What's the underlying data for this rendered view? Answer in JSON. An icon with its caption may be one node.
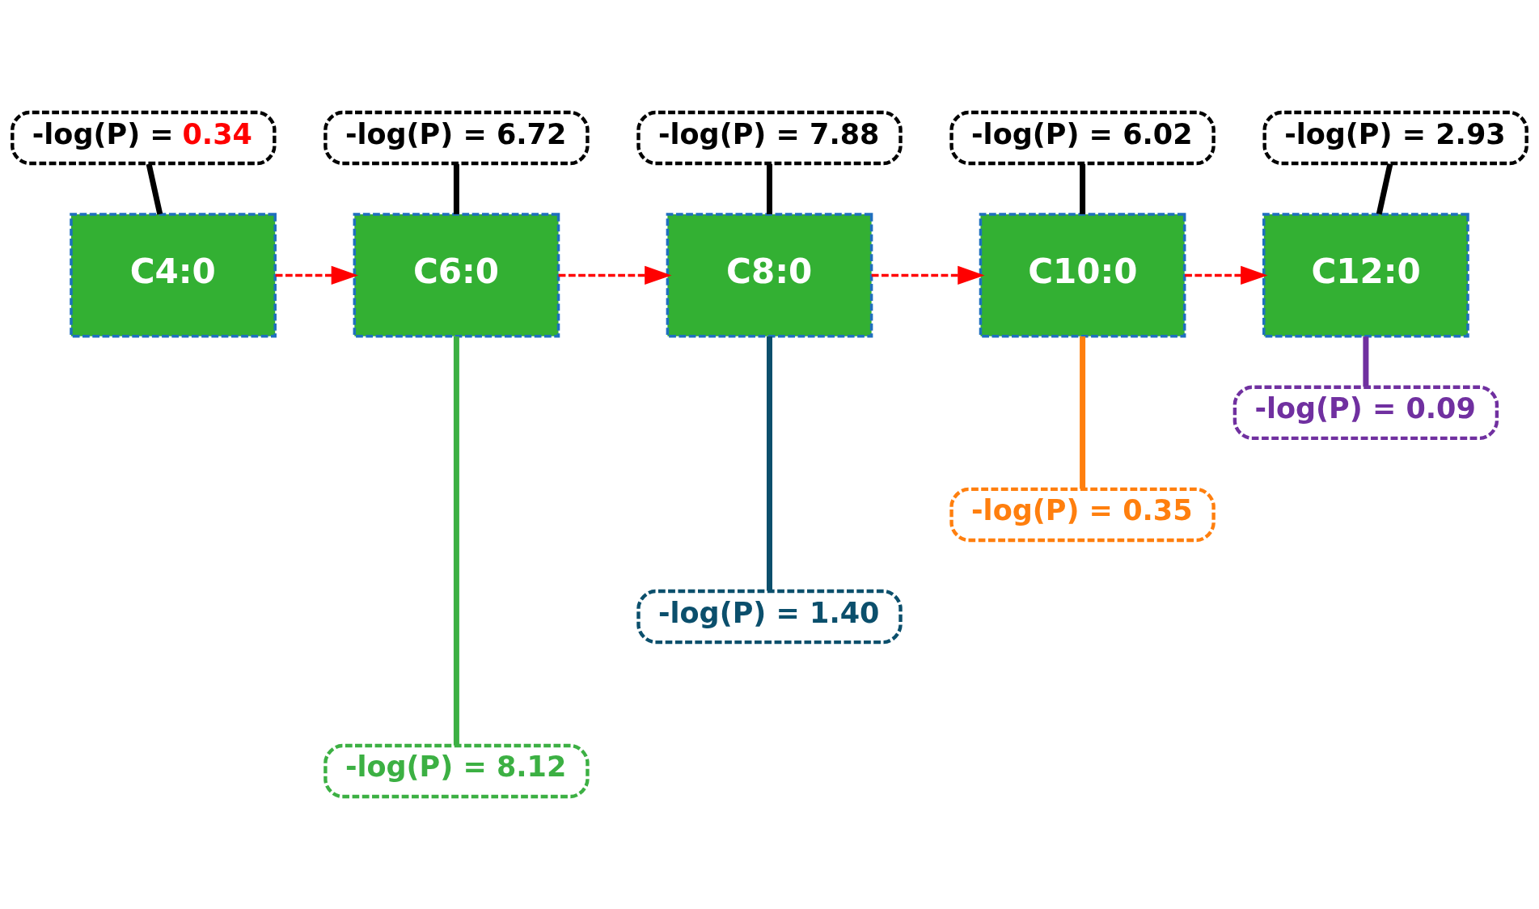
{
  "diagram": {
    "nodes": [
      {
        "text": [
          "C4:0"
        ]
      },
      {
        "text": [
          "C6:0"
        ]
      },
      {
        "text": [
          "C8:0"
        ]
      },
      {
        "text": [
          "C10:0"
        ]
      },
      {
        "text": [
          "C12:0"
        ]
      },
      {
        "text": [
          "-log(P) = 0.34"
        ]
      },
      {
        "text": [
          "-log(P) = 6.72"
        ]
      },
      {
        "text": [
          "-log(P) = 7.88"
        ]
      },
      {
        "text": [
          "-log(P) = 6.02"
        ]
      },
      {
        "text": [
          "-log(P) = 2.93"
        ]
      },
      {
        "text": [
          "-log(P) = 8.12"
        ]
      },
      {
        "text": [
          "-log(P) = 1.40"
        ]
      },
      {
        "text": [
          "-log(P) = 0.35"
        ]
      },
      {
        "text": [
          "-log(P) = 0.09"
        ]
      }
    ],
    "edges": [
      {
        "from": 0,
        "to": 1,
        "arrow": "to",
        "style": "dashed",
        "color": "#ff0000"
      },
      {
        "from": 1,
        "to": 2,
        "arrow": "to",
        "style": "dashed",
        "color": "#ff0000"
      },
      {
        "from": 2,
        "to": 3,
        "arrow": "to",
        "style": "dashed",
        "color": "#ff0000"
      },
      {
        "from": 3,
        "to": 4,
        "arrow": "to",
        "style": "dashed",
        "color": "#ff0000"
      },
      {
        "from": 5,
        "to": 0,
        "arrow": "none"
      },
      {
        "from": 6,
        "to": 1,
        "arrow": "none"
      },
      {
        "from": 7,
        "to": 2,
        "arrow": "none"
      },
      {
        "from": 8,
        "to": 3,
        "arrow": "none"
      },
      {
        "from": 9,
        "to": 4,
        "arrow": "none"
      },
      {
        "from": 1,
        "to": 10,
        "arrow": "none",
        "color": "#3cb043"
      },
      {
        "from": 2,
        "to": 11,
        "arrow": "none",
        "color": "#0b4f6c"
      },
      {
        "from": 3,
        "to": 12,
        "arrow": "none",
        "color": "#ff7f0e"
      },
      {
        "from": 4,
        "to": 13,
        "arrow": "none",
        "color": "#7030a0"
      }
    ]
  }
}
